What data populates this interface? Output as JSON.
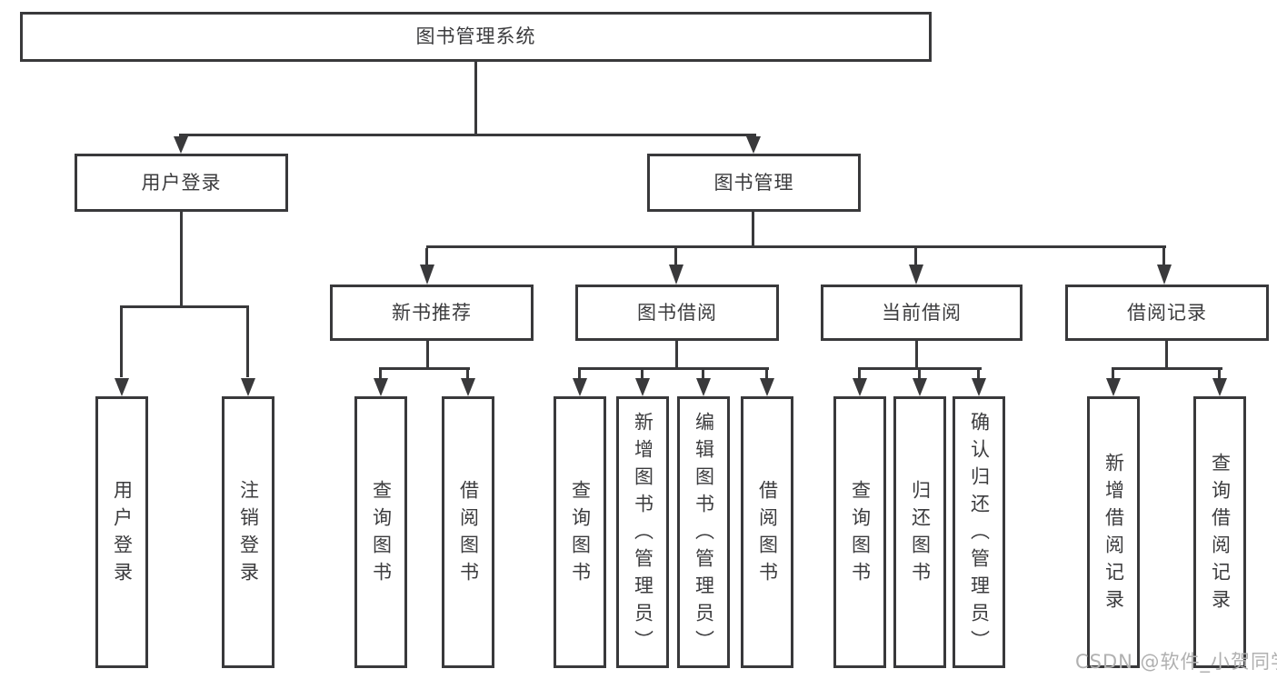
{
  "tree": {
    "root": "图书管理系统",
    "branches": [
      {
        "label": "用户登录",
        "children": [
          {
            "label": "用户登录"
          },
          {
            "label": "注销登录"
          }
        ]
      },
      {
        "label": "图书管理",
        "children": [
          {
            "label": "新书推荐",
            "children": [
              {
                "label": "查询图书"
              },
              {
                "label": "借阅图书"
              }
            ]
          },
          {
            "label": "图书借阅",
            "children": [
              {
                "label": "查询图书"
              },
              {
                "label": "新增图书（管理员）"
              },
              {
                "label": "编辑图书（管理员）"
              },
              {
                "label": "借阅图书"
              }
            ]
          },
          {
            "label": "当前借阅",
            "children": [
              {
                "label": "查询图书"
              },
              {
                "label": "归还图书"
              },
              {
                "label": "确认归还（管理员）"
              }
            ]
          },
          {
            "label": "借阅记录",
            "children": [
              {
                "label": "新增借阅记录"
              },
              {
                "label": "查询借阅记录"
              }
            ]
          }
        ]
      }
    ]
  },
  "watermark": {
    "text": "CSDN @软件_小贺同学"
  },
  "colors": {
    "line": "#39393b",
    "text": "#3c3c3e",
    "box_background": "#ffffff",
    "watermark": "#b0b0b0",
    "page_background": "#ffffff"
  }
}
